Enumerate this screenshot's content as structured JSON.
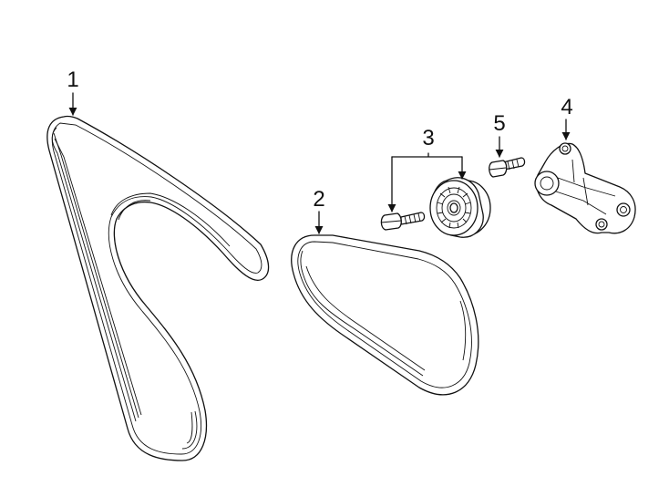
{
  "callouts": [
    {
      "id": "1",
      "label": "1",
      "part": "serpentine-belt-large"
    },
    {
      "id": "2",
      "label": "2",
      "part": "serpentine-belt-small"
    },
    {
      "id": "3",
      "label": "3",
      "part": "idler-pulley-with-bolt"
    },
    {
      "id": "4",
      "label": "4",
      "part": "pulley-bracket"
    },
    {
      "id": "5",
      "label": "5",
      "part": "bracket-bolt"
    }
  ],
  "colors": {
    "line": "#111111",
    "background": "#ffffff"
  }
}
